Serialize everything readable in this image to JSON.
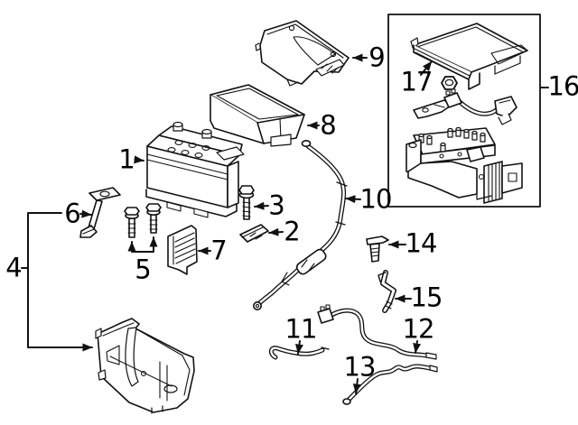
{
  "diagram": {
    "kind": "exploded-parts-diagram",
    "subject": "battery-and-cables",
    "background_color": "#ffffff",
    "line_color": "#111111"
  },
  "callouts": {
    "c1": {
      "label": "1",
      "part": "battery"
    },
    "c2": {
      "label": "2",
      "part": "retainer-wedge"
    },
    "c3": {
      "label": "3",
      "part": "bolt"
    },
    "c4": {
      "label": "4",
      "part": "battery-tray"
    },
    "c5": {
      "label": "5",
      "part": "tray-bolts"
    },
    "c6": {
      "label": "6",
      "part": "hold-down-bracket"
    },
    "c7": {
      "label": "7",
      "part": "vented-side-bracket"
    },
    "c8": {
      "label": "8",
      "part": "insulator-box"
    },
    "c9": {
      "label": "9",
      "part": "battery-cover"
    },
    "c10": {
      "label": "10",
      "part": "positive-cable"
    },
    "c11": {
      "label": "11",
      "part": "ground-strap"
    },
    "c12": {
      "label": "12",
      "part": "negative-cable"
    },
    "c13": {
      "label": "13",
      "part": "auxiliary-cable"
    },
    "c14": {
      "label": "14",
      "part": "clip"
    },
    "c15": {
      "label": "15",
      "part": "cable-bracket"
    },
    "c16": {
      "label": "16",
      "part": "fuse-block-assembly"
    },
    "c17": {
      "label": "17",
      "part": "fuse-block-cover"
    }
  }
}
